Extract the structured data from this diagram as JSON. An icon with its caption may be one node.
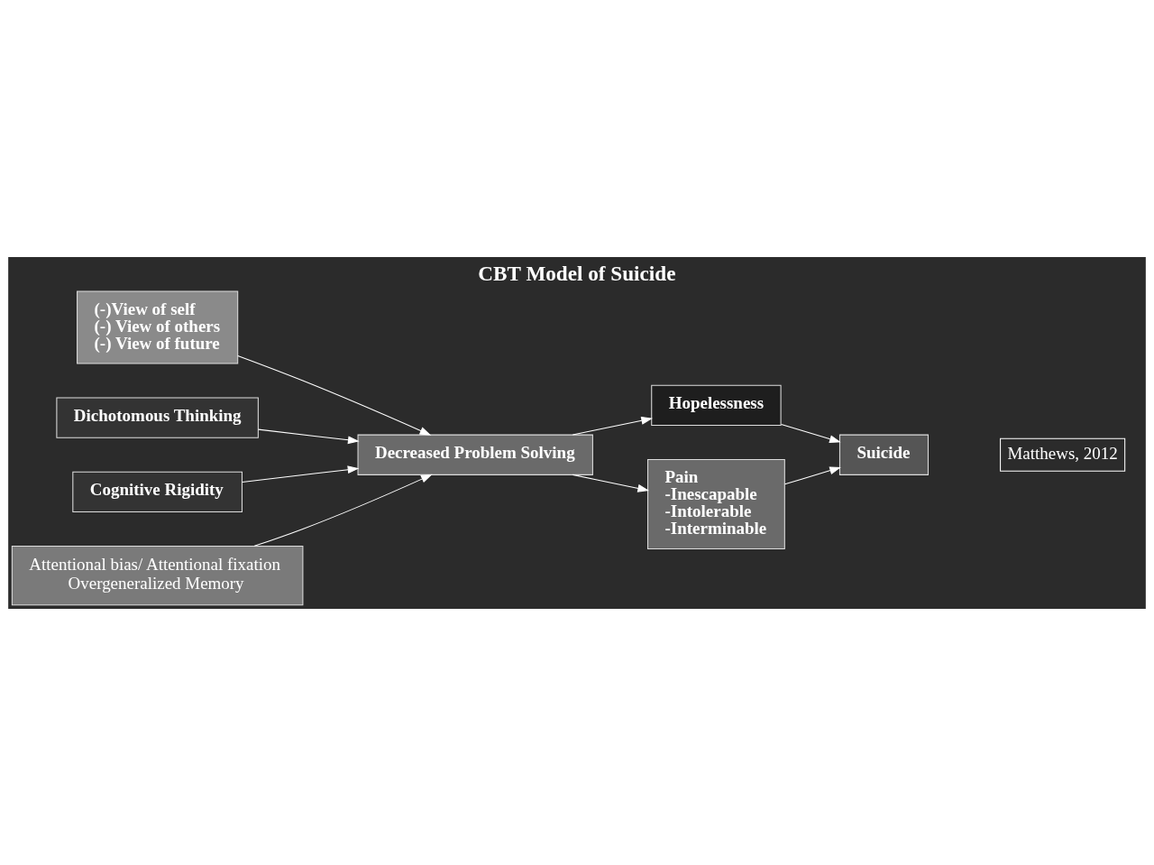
{
  "diagram": {
    "title": "CBT Model of Suicide",
    "nodes": [
      {
        "text": [
          "(-)View of self",
          "(-) View of others",
          "(-) View of future"
        ]
      },
      {
        "text": [
          "Dichotomous Thinking"
        ]
      },
      {
        "text": [
          "Cognitive Rigidity"
        ]
      },
      {
        "text": [
          "Attentional bias/ Attentional fixation",
          "Overgeneralized Memory"
        ]
      },
      {
        "text": [
          "Decreased Problem Solving"
        ]
      },
      {
        "text": [
          "Hopelessness"
        ]
      },
      {
        "text": [
          "Suicide"
        ]
      },
      {
        "text": [
          "Pain",
          "-Inescapable",
          "-Intolerable",
          "-Interminable"
        ]
      }
    ],
    "edges": [
      {
        "from": 0,
        "to": 4,
        "arrow": "to"
      },
      {
        "from": 1,
        "to": 4,
        "arrow": "to"
      },
      {
        "from": 2,
        "to": 4,
        "arrow": "to"
      },
      {
        "from": 3,
        "to": 4,
        "arrow": "to"
      },
      {
        "from": 4,
        "to": 5,
        "arrow": "to"
      },
      {
        "from": 5,
        "to": 6,
        "arrow": "to"
      },
      {
        "from": 4,
        "to": 7,
        "arrow": "to"
      },
      {
        "from": 7,
        "to": 6,
        "arrow": "to"
      }
    ],
    "labels": [
      "Matthews, 2012"
    ]
  }
}
